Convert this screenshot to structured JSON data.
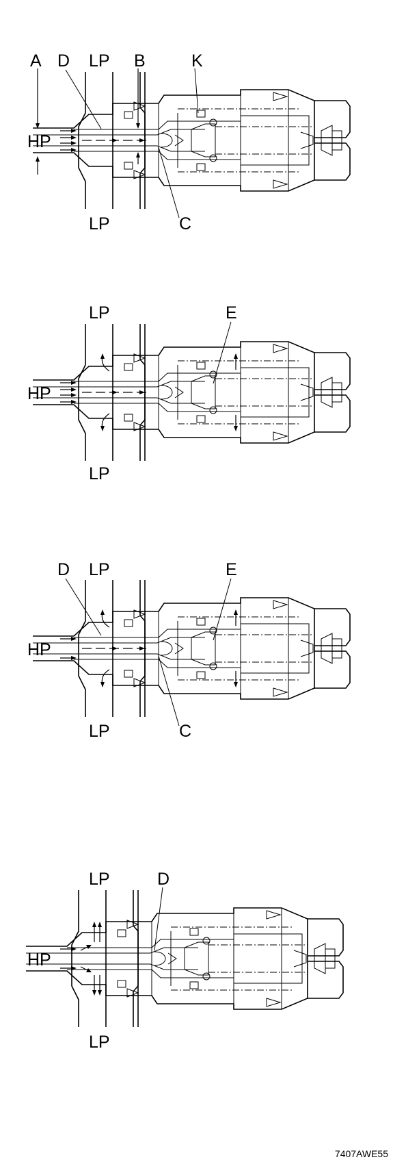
{
  "figure_code": "7407AWE55",
  "panels": [
    {
      "id": "panel-1",
      "labels": [
        {
          "id": "A",
          "text": "A"
        },
        {
          "id": "D",
          "text": "D"
        },
        {
          "id": "LP-top",
          "text": "LP"
        },
        {
          "id": "B",
          "text": "B"
        },
        {
          "id": "K",
          "text": "K"
        },
        {
          "id": "HP",
          "text": "HP"
        },
        {
          "id": "LP-bottom",
          "text": "LP"
        },
        {
          "id": "C",
          "text": "C"
        }
      ]
    },
    {
      "id": "panel-2",
      "labels": [
        {
          "id": "LP-top",
          "text": "LP"
        },
        {
          "id": "E",
          "text": "E"
        },
        {
          "id": "HP",
          "text": "HP"
        },
        {
          "id": "LP-bottom",
          "text": "LP"
        }
      ]
    },
    {
      "id": "panel-3",
      "labels": [
        {
          "id": "D",
          "text": "D"
        },
        {
          "id": "LP-top",
          "text": "LP"
        },
        {
          "id": "E",
          "text": "E"
        },
        {
          "id": "HP",
          "text": "HP"
        },
        {
          "id": "LP-bottom",
          "text": "LP"
        },
        {
          "id": "C",
          "text": "C"
        }
      ]
    },
    {
      "id": "panel-4",
      "labels": [
        {
          "id": "LP-top",
          "text": "LP"
        },
        {
          "id": "D",
          "text": "D"
        },
        {
          "id": "HP",
          "text": "HP"
        },
        {
          "id": "LP-bottom",
          "text": "LP"
        }
      ]
    }
  ]
}
